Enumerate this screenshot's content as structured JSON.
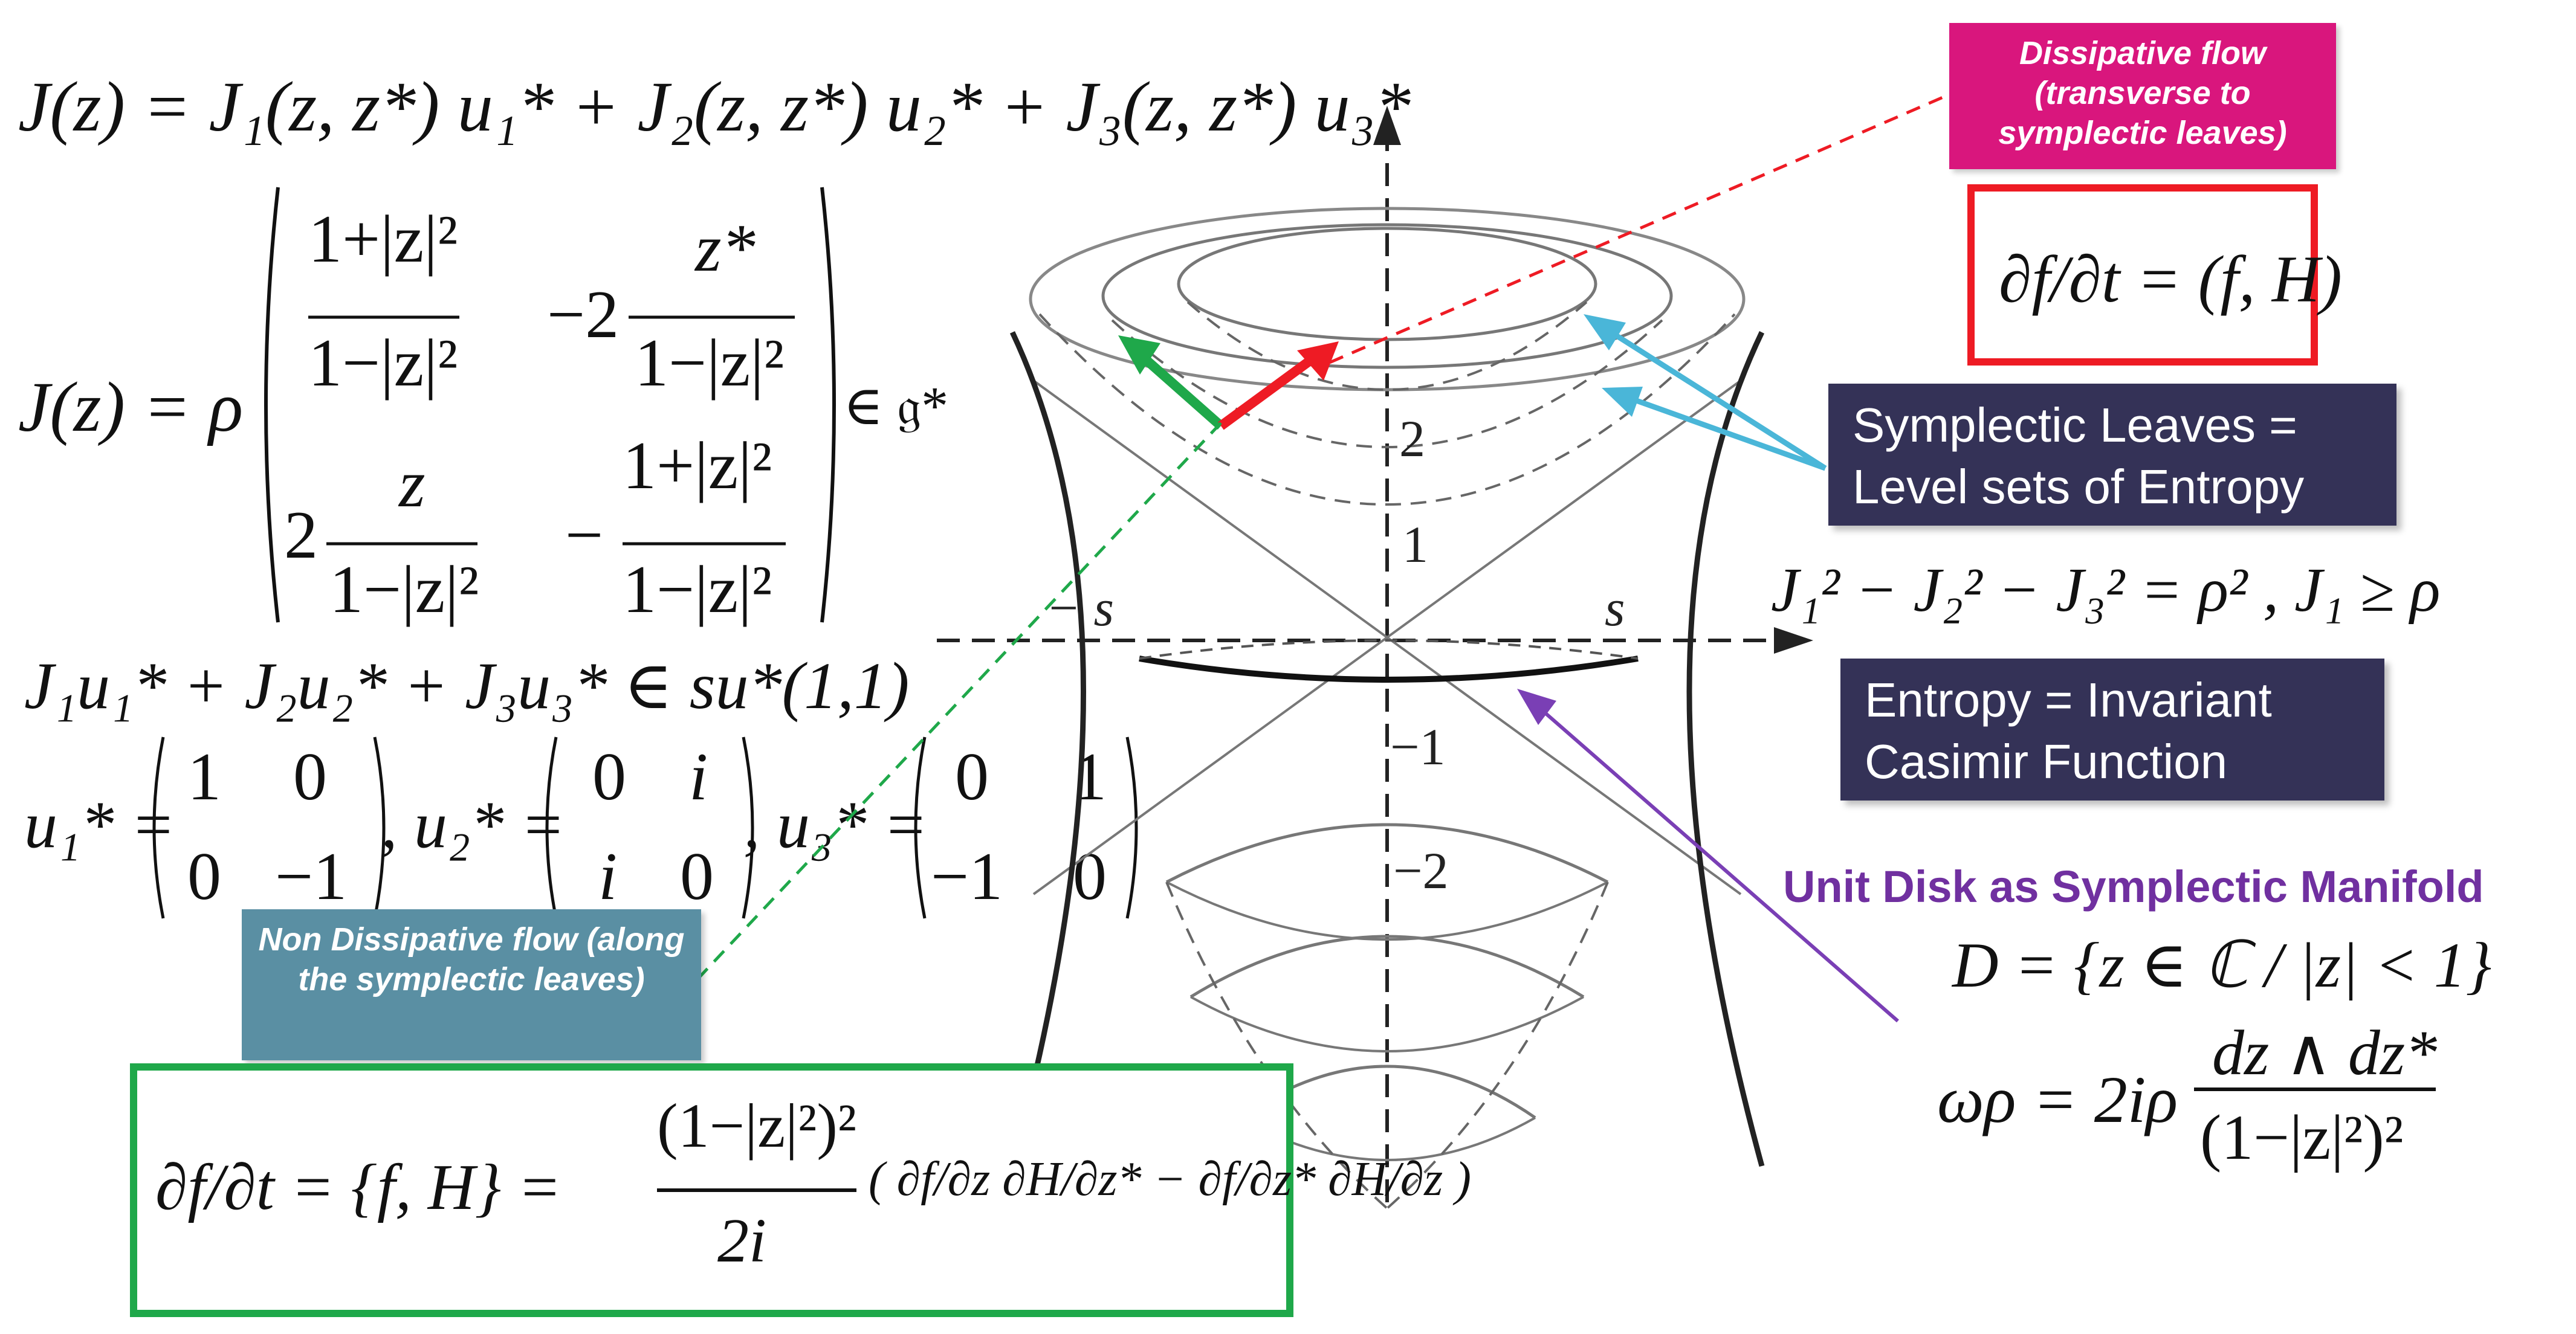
{
  "colors": {
    "dissipative_bg": "#d9167d",
    "nondissipative_bg": "#5a8fa3",
    "dark_box_bg": "#343257",
    "red_frame": "#ee1b24",
    "green_frame": "#1fa84a",
    "purple_heading": "#7030a0",
    "cyan_arrow": "#4ab6d8",
    "red_dashed": "#ee1b24",
    "green_dashed": "#1fa84a",
    "purple_arrow": "#7a3fb5"
  },
  "equations": {
    "j_z_sum": "J(z) = J₁(z, z*) u₁* + J₂(z, z*) u₂* + J₃(z, z*) u₃*",
    "j_z_lhs": "J(z) = ρ",
    "m11_num": "1+|z|²",
    "m11_den": "1−|z|²",
    "m12_coef": "−2",
    "m12_num": "z*",
    "m12_den": "1−|z|²",
    "m21_coef": "2",
    "m21_num": "z",
    "m21_den": "1−|z|²",
    "m22_coef": "−",
    "m22_num": "1+|z|²",
    "m22_den": "1−|z|²",
    "member_g": "∈ 𝔤*",
    "su_line": "J₁u₁* + J₂u₂* + J₃u₃* ∈ su*(1,1)",
    "u1_label": "u₁* =",
    "u1_matrix": [
      "1",
      "0",
      "0",
      "−1"
    ],
    "u2_label": ",   u₂* =",
    "u2_matrix": [
      "0",
      "i",
      "i",
      "0"
    ],
    "u3_label": ", u₃* =",
    "u3_matrix": [
      "0",
      "1",
      "−1",
      "0"
    ],
    "poisson_lhs": "∂f/∂t = {f, H} =",
    "poisson_frac_num": "(1−|z|²)²",
    "poisson_frac_den": "2i",
    "poisson_paren": "( ∂f/∂z ∂H/∂z* − ∂f/∂z* ∂H/∂z )",
    "dissip_eq": "∂f/∂t = (f, H)",
    "casimir_eq": "J₁² − J₂² − J₃² = ρ²  ,  J₁ ≥ ρ",
    "disk_eq": "D = {z ∈ ℂ / |z| < 1}",
    "omega_lhs": "ωρ = 2iρ",
    "omega_num": "dz ∧ dz*",
    "omega_den": "(1−|z|²)²"
  },
  "labels": {
    "dissipative_flow": "Dissipative flow (transverse to symplectic leaves)",
    "non_dissipative_flow": "Non Dissipative flow (along the symplectic leaves)",
    "symplectic_leaves_line1": "Symplectic Leaves =",
    "symplectic_leaves_line2": "Level sets of Entropy",
    "entropy_line1": "Entropy = Invariant",
    "entropy_line2": "Casimir Function",
    "unit_disk_heading": "Unit Disk as Symplectic Manifold"
  },
  "diagram": {
    "tick_2": "2",
    "tick_1": "1",
    "tick_m1": "−1",
    "tick_m2": "−2",
    "left_s": "− s",
    "right_s": "s"
  }
}
